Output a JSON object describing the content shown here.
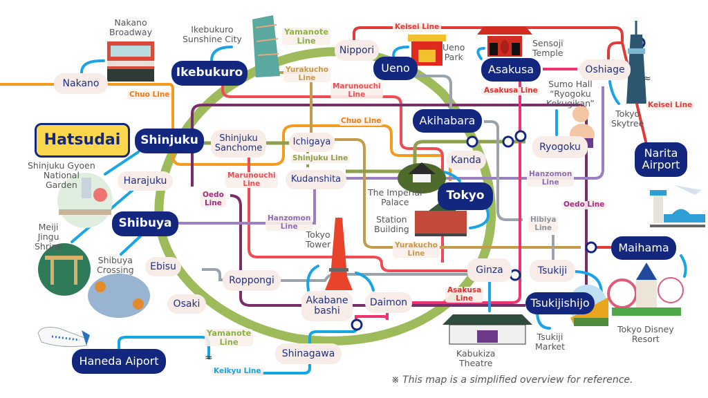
{
  "colors": {
    "yamanote": "#9dbb5b",
    "chuo": "#f69a1e",
    "marunouchi": "#ef4b55",
    "oedo": "#7a2d6b",
    "hanzomon": "#9b7fc0",
    "yurakucho": "#c49a4b",
    "shinjuku": "#8ea04e",
    "hibiya": "#9aa3ab",
    "asakusa": "#f0326f",
    "keisei": "#e23a37",
    "keikyu": "#13a6e3",
    "station_dark": "#13277f",
    "station_light": "#f7ece7",
    "origin_fill": "#fbd74e",
    "arrow": "#19a4e6"
  },
  "stations": {
    "hatsudai": "Hatsudai",
    "shinjuku": "Shinjuku",
    "ikebukuro": "Ikebukuro",
    "shibuya": "Shibuya",
    "ueno": "Ueno",
    "asakusa": "Asakusa",
    "akihabara": "Akihabara",
    "tokyo": "Tokyo",
    "narita": "Narita\nAirport",
    "maihama": "Maihama",
    "haneda": "Haneda Aiport",
    "tsukijishijo": "Tsukijishijo",
    "nakano": "Nakano",
    "nippori": "Nippori",
    "oshiage": "Oshiage",
    "ryogoku": "Ryogoku",
    "kanda": "Kanda",
    "shinjuku_sanchome": "Shinjuku\nSanchome",
    "ichigaya": "Ichigaya",
    "kudanshita": "Kudanshita",
    "harajuku": "Harajuku",
    "ebisu": "Ebisu",
    "osaki": "Osaki",
    "roppongi": "Roppongi",
    "akabanebashi": "Akabane\nbashi",
    "daimon": "Daimon",
    "shinagawa": "Shinagawa",
    "ginza": "Ginza",
    "tsukiji": "Tsukiji"
  },
  "lines": {
    "yamanote_top": "Yamanote\nLine",
    "yamanote_bottom": "Yamanote\nLine",
    "chuo_left": "Chuo  Line",
    "chuo_center": "Chuo  Line",
    "keisei_top": "Keisei Line",
    "keisei_right": "Keisei Line",
    "yurakucho_top": "Yurakucho\nLine",
    "yurakucho_bottom": "Yurakucho\nLine",
    "marunouchi_top": "Marunouchi\nLine",
    "marunouchi_left": "Marunouchi\nLine",
    "asakusa_top": "Asakusa Line",
    "asakusa_bottom": "Asakusa\nLine",
    "oedo_left": "Oedo\nLine",
    "oedo_right": "Oedo Line",
    "shinjuku_line": "Shinjuku Line",
    "hanzomon_left": "Hanzomon\nLine",
    "hanzomon_right": "Hanzomon\nLine",
    "hibiya": "Hibiya\nLine",
    "keikyu": "Keikyu Line"
  },
  "landmarks": {
    "nakano_broadway": "Nakano\nBroadway",
    "sunshine_city": "Ikebukuro\nSunshine City",
    "ueno_park": "Ueno\nPark",
    "sensoji": "Sensoji\nTemple",
    "sumo_hall": "Sumo Hall\n“Ryogoku\nKokugikan”",
    "skytree": "Tokyo\nSkytree",
    "gyoen": "Shinjuku Gyoen\nNational\nGarden",
    "meiji": "Meiji\nJingu\nShrine",
    "shibuya_crossing": "Shibuya\nCrossing",
    "imperial_palace": "The Imperial\nPalace",
    "station_building": "Station\nBuilding",
    "tokyo_tower": "Tokyo\nTower",
    "kabukiza": "Kabukiza\nTheatre",
    "tsukiji_market": "Tsukiji\nMarket",
    "disney": "Tokyo Disney\nResort"
  },
  "footnote": "※ This map is a simplified overview for reference."
}
